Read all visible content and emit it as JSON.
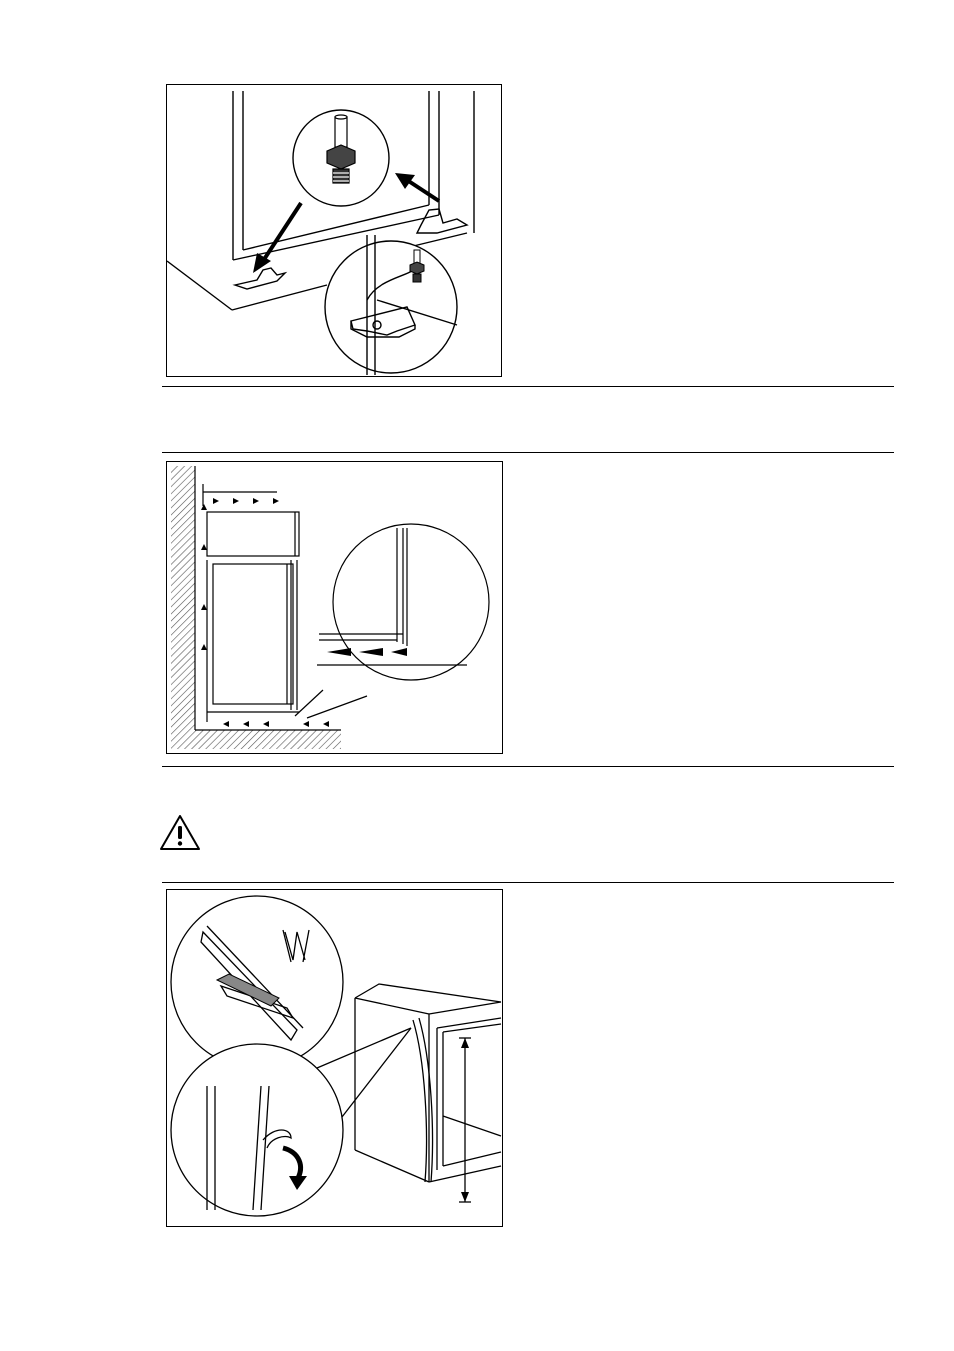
{
  "figures": [
    {
      "id": "fig1",
      "icon": "adjustable-foot-illustration"
    },
    {
      "id": "fig2",
      "icon": "ventilation-clearance-illustration"
    },
    {
      "id": "fig3",
      "icon": "seal-strip-cut-illustration"
    }
  ],
  "warning": {
    "icon": "warning-triangle-icon"
  },
  "colors": {
    "line": "#000000",
    "background": "#ffffff",
    "hatch": "#555555"
  }
}
